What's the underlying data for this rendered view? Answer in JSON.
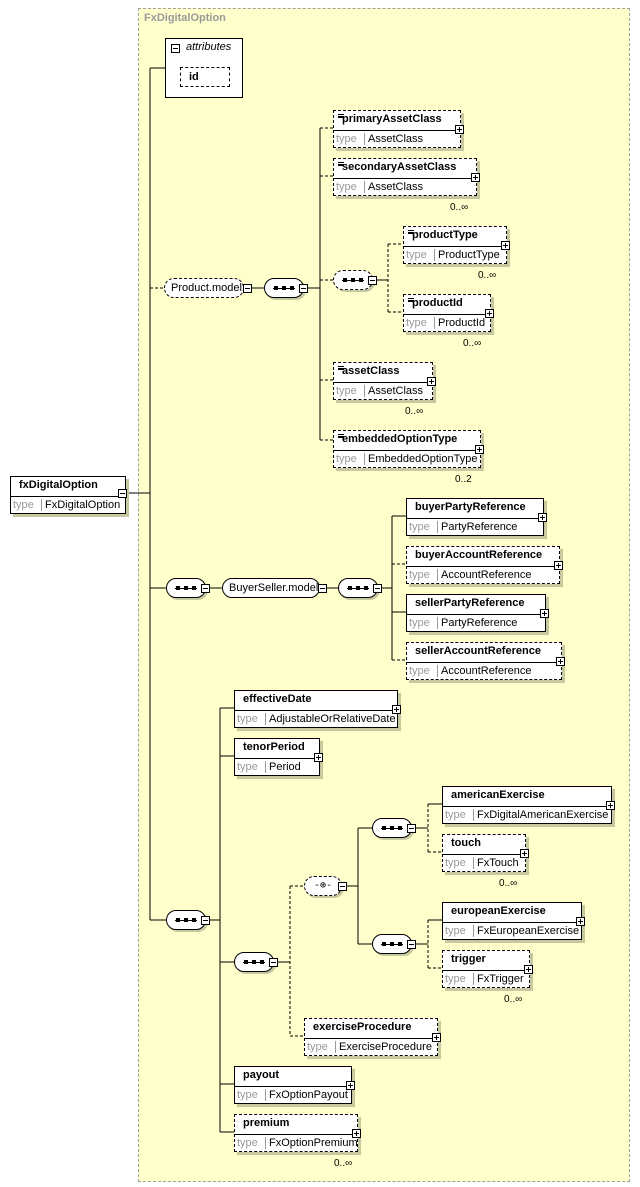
{
  "frame_title": "FxDigitalOption",
  "root": {
    "name": "fxDigitalOption",
    "type_key": "type",
    "type": "FxDigitalOption"
  },
  "attributes": {
    "label": "attributes",
    "items": [
      "id"
    ]
  },
  "groups": {
    "product_model": "Product.model",
    "buyer_seller_model": "BuyerSeller.model"
  },
  "choice_symbol": "-⊕-",
  "elements": [
    {
      "name": "primaryAssetClass",
      "type": "AssetClass",
      "occurs": ""
    },
    {
      "name": "secondaryAssetClass",
      "type": "AssetClass",
      "occurs": "0..∞"
    },
    {
      "name": "productType",
      "type": "ProductType",
      "occurs": "0..∞"
    },
    {
      "name": "productId",
      "type": "ProductId",
      "occurs": "0..∞"
    },
    {
      "name": "assetClass",
      "type": "AssetClass",
      "occurs": "0..∞"
    },
    {
      "name": "embeddedOptionType",
      "type": "EmbeddedOptionType",
      "occurs": "0..2"
    },
    {
      "name": "buyerPartyReference",
      "type": "PartyReference",
      "occurs": ""
    },
    {
      "name": "buyerAccountReference",
      "type": "AccountReference",
      "occurs": ""
    },
    {
      "name": "sellerPartyReference",
      "type": "PartyReference",
      "occurs": ""
    },
    {
      "name": "sellerAccountReference",
      "type": "AccountReference",
      "occurs": ""
    },
    {
      "name": "effectiveDate",
      "type": "AdjustableOrRelativeDate",
      "occurs": ""
    },
    {
      "name": "tenorPeriod",
      "type": "Period",
      "occurs": ""
    },
    {
      "name": "americanExercise",
      "type": "FxDigitalAmericanExercise",
      "occurs": ""
    },
    {
      "name": "touch",
      "type": "FxTouch",
      "occurs": "0..∞"
    },
    {
      "name": "europeanExercise",
      "type": "FxEuropeanExercise",
      "occurs": ""
    },
    {
      "name": "trigger",
      "type": "FxTrigger",
      "occurs": "0..∞"
    },
    {
      "name": "exerciseProcedure",
      "type": "ExerciseProcedure",
      "occurs": ""
    },
    {
      "name": "payout",
      "type": "FxOptionPayout",
      "occurs": ""
    },
    {
      "name": "premium",
      "type": "FxOptionPremium",
      "occurs": "0..∞"
    }
  ]
}
